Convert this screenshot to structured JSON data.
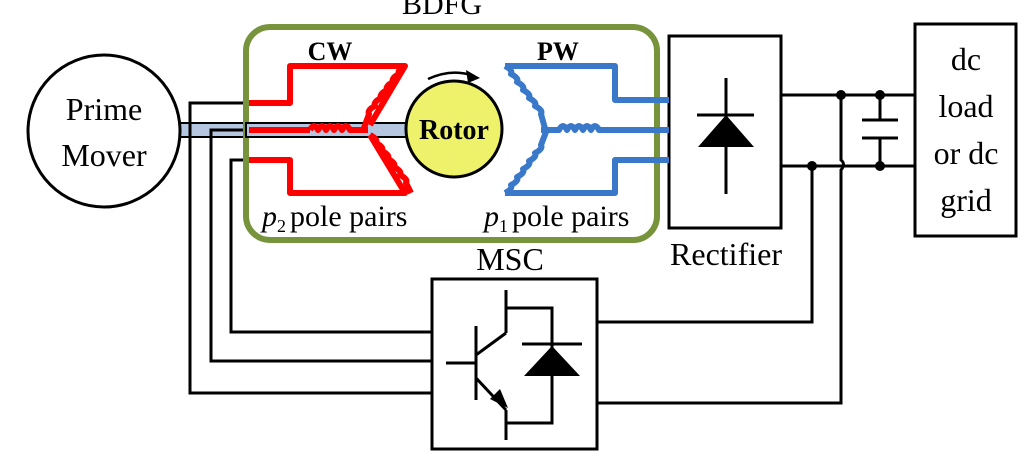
{
  "title": "BDFG",
  "prime_mover": {
    "line1": "Prime",
    "line2": "Mover"
  },
  "bdfg": {
    "cw_label": "CW",
    "pw_label": "PW",
    "rotor_label": "Rotor",
    "cw_poles": {
      "symbol": "p",
      "subscript": "2",
      "text": "pole pairs"
    },
    "pw_poles": {
      "symbol": "p",
      "subscript": "1",
      "text": "pole pairs"
    }
  },
  "rectifier_label": "Rectifier",
  "msc_label": "MSC",
  "dc_load": {
    "line1": "dc",
    "line2": "load",
    "line3": "or dc",
    "line4": "grid"
  },
  "colors": {
    "cw": "#ff0000",
    "pw": "#3a78c9",
    "bdfg_border": "#77933c",
    "rotor_fill": "#eef26b",
    "shaft": "#b4c6e0"
  }
}
